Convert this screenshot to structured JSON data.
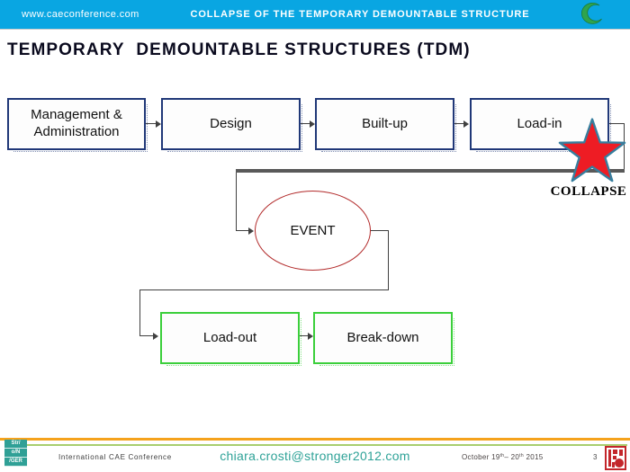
{
  "header": {
    "url": "www.caeconference.com",
    "title": "COLLAPSE OF THE TEMPORARY DEMOUNTABLE STRUCTURE",
    "logo_icon": "green-crescent-icon"
  },
  "slide": {
    "title": "TEMPORARY  DEMOUNTABLE STRUCTURES (TDM)"
  },
  "flowchart": {
    "phase_boxes": [
      {
        "label": "Management & Administration"
      },
      {
        "label": "Design"
      },
      {
        "label": "Built-up"
      },
      {
        "label": "Load-in"
      }
    ],
    "event_label": "EVENT",
    "teardown_boxes": [
      {
        "label": "Load-out"
      },
      {
        "label": "Break-down"
      }
    ],
    "collapse_label": "COLLAPSE",
    "collapse_marker_icon": "red-star-icon"
  },
  "footer": {
    "conference": "International CAE Conference",
    "email": "chiara.crosti@stronger2012.com",
    "date": {
      "prefix": "October 19",
      "sup1": "th",
      "mid": "– 20",
      "sup2": "th",
      "suffix": " 2015"
    },
    "page_number": "3",
    "left_logo_lines": [
      "Str/",
      "o/N",
      "/GER"
    ],
    "right_logo_icon": "red-seal-icon"
  },
  "colors": {
    "header_bg": "#09A6E2",
    "phase_border": "#203878",
    "teardown_border": "#3BCF3B",
    "event_outline": "#B22A2A",
    "star_fill": "#EE1C24",
    "star_stroke": "#367E9E",
    "connector": "#404040",
    "thick_line": "#595959",
    "rule_orange": "#F5A21C",
    "rule_green": "#A8CE6F",
    "email_color": "#2EA297",
    "left_logo_color": "#2FA096"
  }
}
